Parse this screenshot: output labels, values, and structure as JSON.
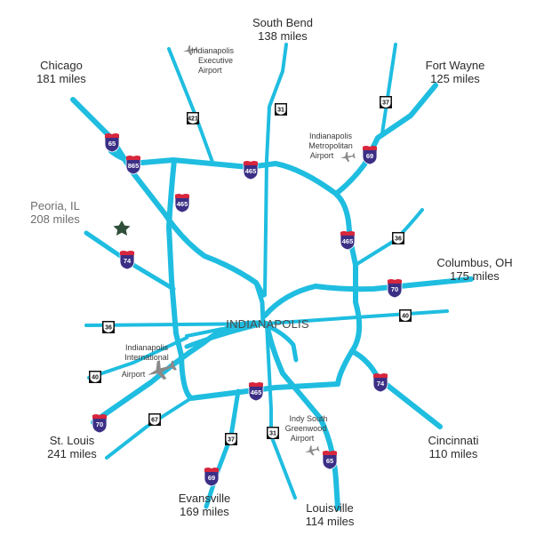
{
  "map": {
    "center_label": "INDIANAPOLIS",
    "colors": {
      "road": "#1fbde0",
      "interstate_blue": "#3b2f85",
      "interstate_red": "#d7263d",
      "star": "#2f4f3a",
      "plane": "#8a8a8a"
    },
    "destinations": {
      "south_bend": {
        "name": "South Bend",
        "distance": "138 miles"
      },
      "chicago": {
        "name": "Chicago",
        "distance": "181 miles"
      },
      "fort_wayne": {
        "name": "Fort Wayne",
        "distance": "125 miles"
      },
      "peoria": {
        "name": "Peoria, IL",
        "distance": "208 miles"
      },
      "columbus": {
        "name": "Columbus, OH",
        "distance": "175 miles"
      },
      "st_louis": {
        "name": "St. Louis",
        "distance": "241 miles"
      },
      "cincinnati": {
        "name": "Cincinnati",
        "distance": "110 miles"
      },
      "evansville": {
        "name": "Evansville",
        "distance": "169 miles"
      },
      "louisville": {
        "name": "Louisville",
        "distance": "114 miles"
      }
    },
    "airports": {
      "executive": {
        "line1": "Indianapolis",
        "line2": "Executive",
        "line3": "Airport"
      },
      "metropolitan": {
        "line1": "Indianapolis",
        "line2": "Metropolitan",
        "line3": "Airport"
      },
      "international": {
        "line1": "Indianapolis",
        "line2": "International",
        "line3": "Airport"
      },
      "indy_south": {
        "line1": "Indy South",
        "line2": "Greenwood",
        "line3": "Airport"
      }
    },
    "interstates": {
      "i65_nw": "65",
      "i865": "865",
      "i465_n": "465",
      "i465_nw": "465",
      "i69_ne": "69",
      "i465_e": "465",
      "i74_nw": "74",
      "i70_e": "70",
      "i465_s": "465",
      "i70_sw": "70",
      "i74_se": "74",
      "i69_s": "69",
      "i65_s": "65"
    },
    "us_routes": {
      "us421": "421",
      "us31_n": "31",
      "us37_ne": "37",
      "us36_ne": "36",
      "us40_e": "40",
      "us36_w": "36",
      "us40_w": "40",
      "us67": "67",
      "us37_s": "37",
      "us31_s": "31"
    }
  }
}
